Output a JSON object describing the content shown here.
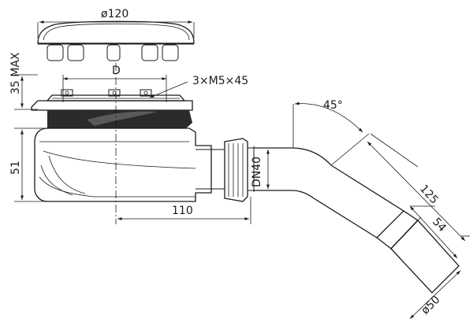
{
  "diagram": {
    "labels": {
      "cap_diameter": "ø120",
      "max_height": "35 MAX",
      "bolt_spacing": "D",
      "screws": "3×M5×45",
      "angle": "45°",
      "body_height": "51",
      "outlet_size": "DN40",
      "outlet_distance": "110",
      "elbow_length": "125",
      "socket_length": "54",
      "socket_diameter": "ø50"
    },
    "colors": {
      "line": "#1a1a1a",
      "gasket": "#2b2b2b",
      "background": "#ffffff"
    }
  }
}
